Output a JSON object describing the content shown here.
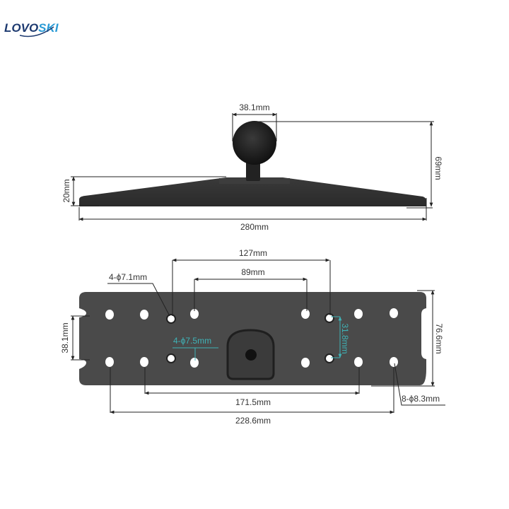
{
  "brand": {
    "logo_part1": "LOVO",
    "logo_part2": "SKI",
    "primary_color": "#1d3a70",
    "accent_color": "#2b9bd6"
  },
  "side_view": {
    "ball_diameter": "38.1mm",
    "total_height": "69mm",
    "base_height": "20mm",
    "total_length": "280mm"
  },
  "top_view": {
    "spacing_outer_top": "127mm",
    "spacing_inner_top": "89mm",
    "hole_callout_1": "4-ϕ7.1mm",
    "hole_callout_2": "4-ϕ7.5mm",
    "vertical_spacing": "31.8mm",
    "slot_spacing": "38.1mm",
    "plate_width": "76.6mm",
    "spacing_171": "171.5mm",
    "spacing_228": "228.6mm",
    "hole_callout_3": "8-ϕ8.3mm"
  },
  "colors": {
    "plate": "#4a4a4a",
    "dim_line": "#222222",
    "cyan": "#3fb3b7"
  }
}
